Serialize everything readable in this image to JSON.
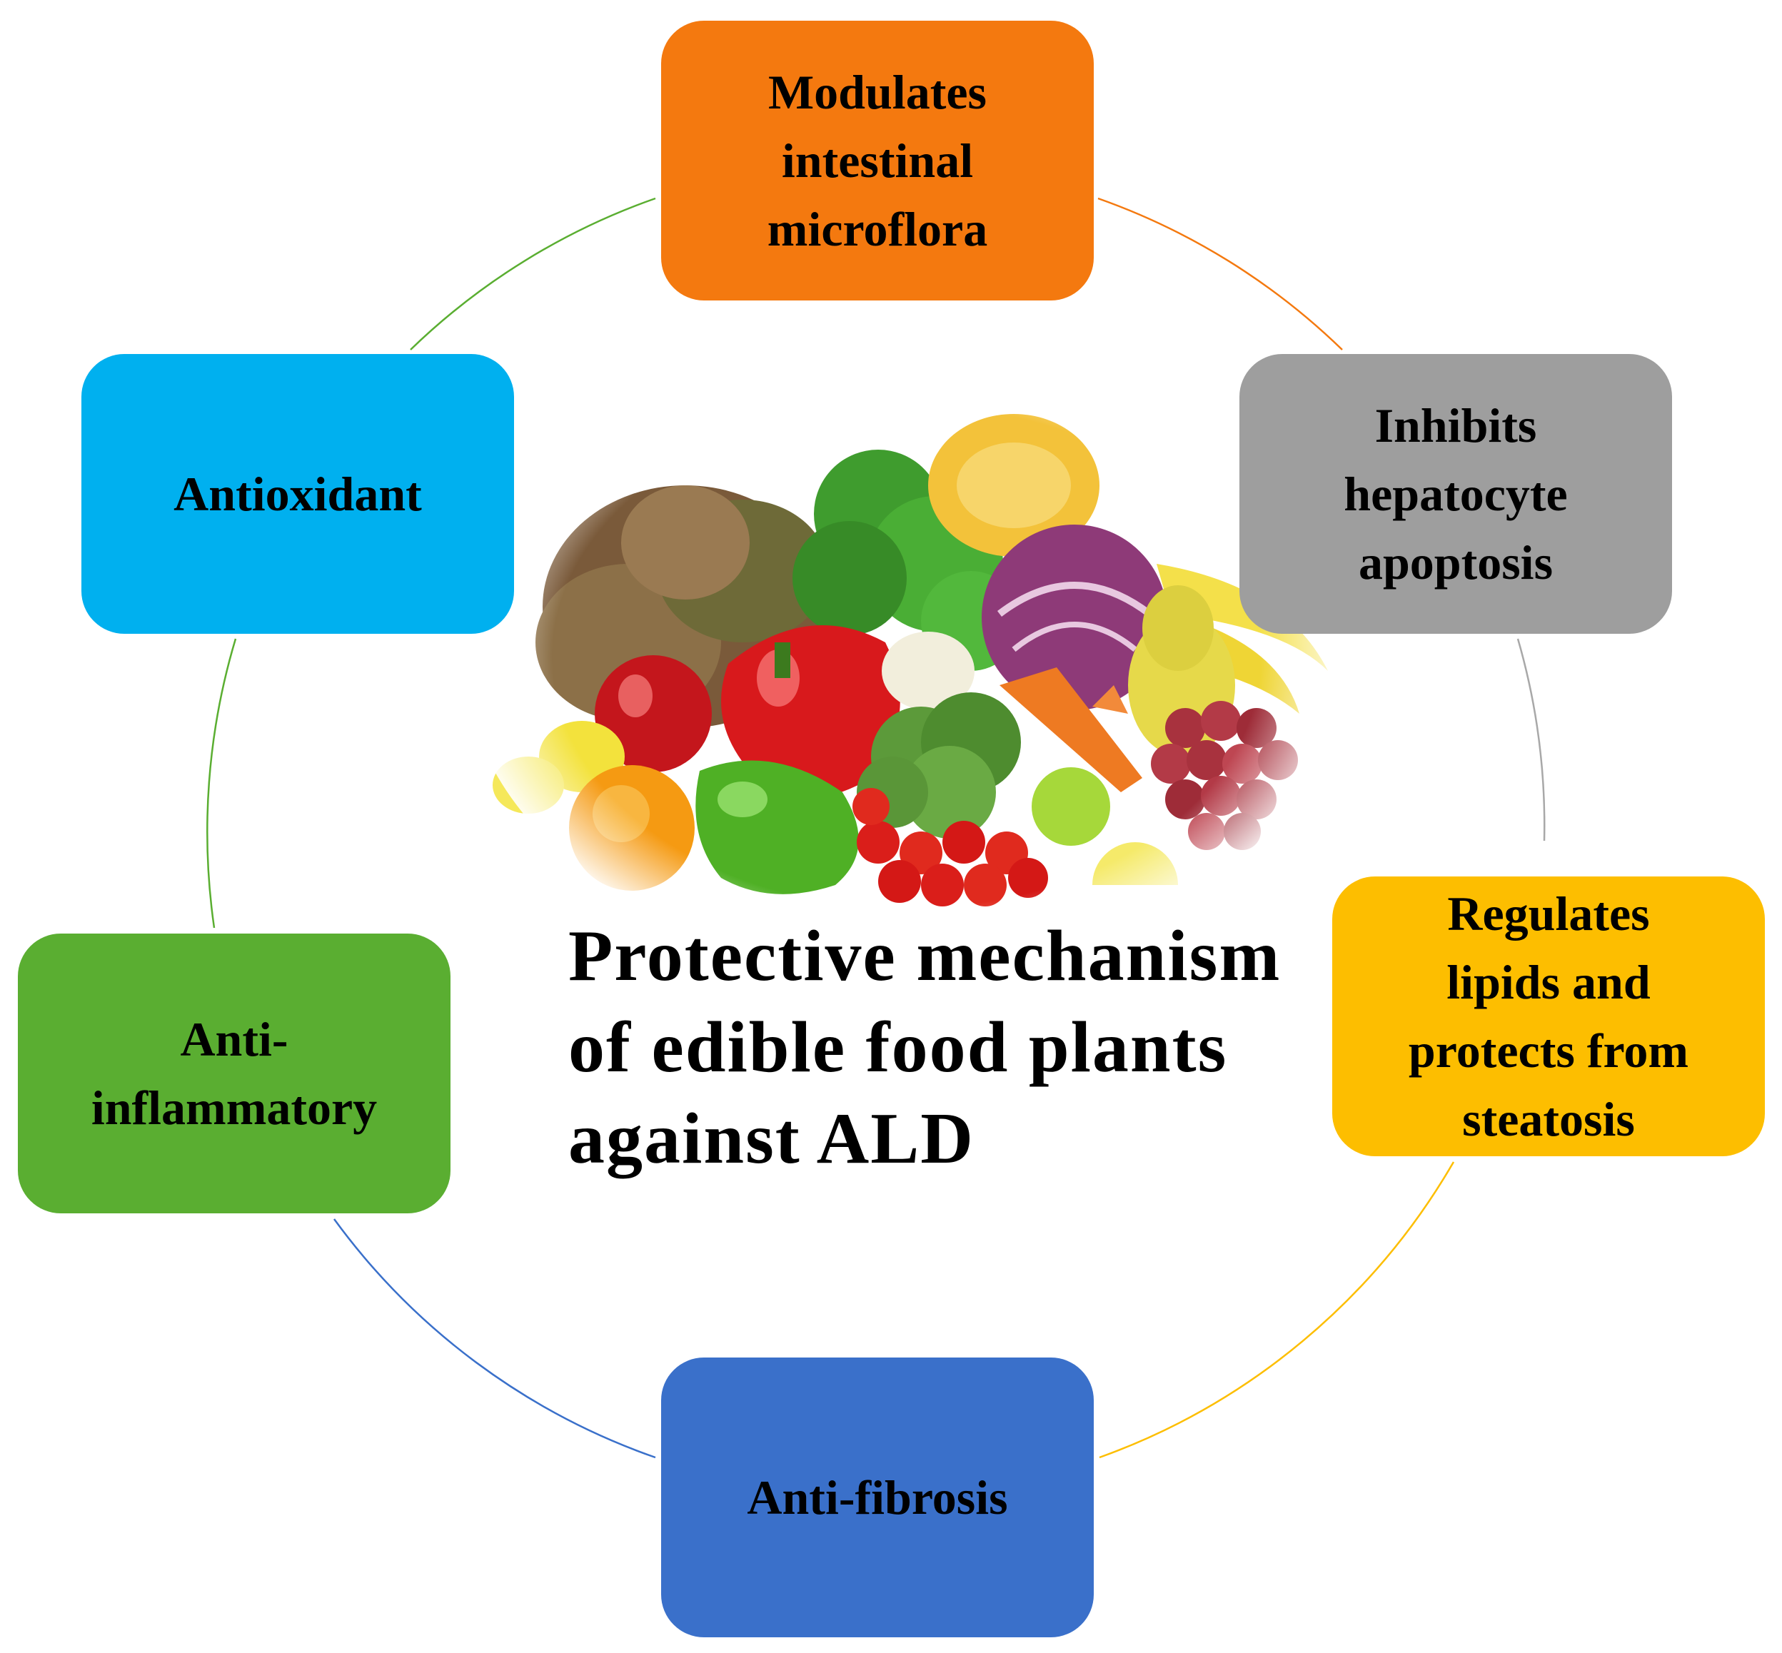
{
  "center_title_lines": [
    "Protective mechanism",
    "of edible food plants",
    "against ALD"
  ],
  "mechanisms": [
    {
      "label": "Modulates\nintestinal\nmicroflora",
      "color": "#F4790F"
    },
    {
      "label": "Inhibits\nhepatocyte\napoptosis",
      "color": "#9E9E9E"
    },
    {
      "label": "Regulates\nlipids and\nprotects from\nsteatosis",
      "color": "#FDBE00"
    },
    {
      "label": "Anti-fibrosis",
      "color": "#3A70CA"
    },
    {
      "label": "Anti-\ninflammatory",
      "color": "#5AAE31"
    },
    {
      "label": "Antioxidant",
      "color": "#00B0EF"
    }
  ],
  "connector_colors": [
    "#F4790F",
    "#A8A8A8",
    "#FDBE00",
    "#3A70CA",
    "#5AAE31",
    "#5AAE31"
  ],
  "central_image_icon": "fruits-and-vegetables-image"
}
